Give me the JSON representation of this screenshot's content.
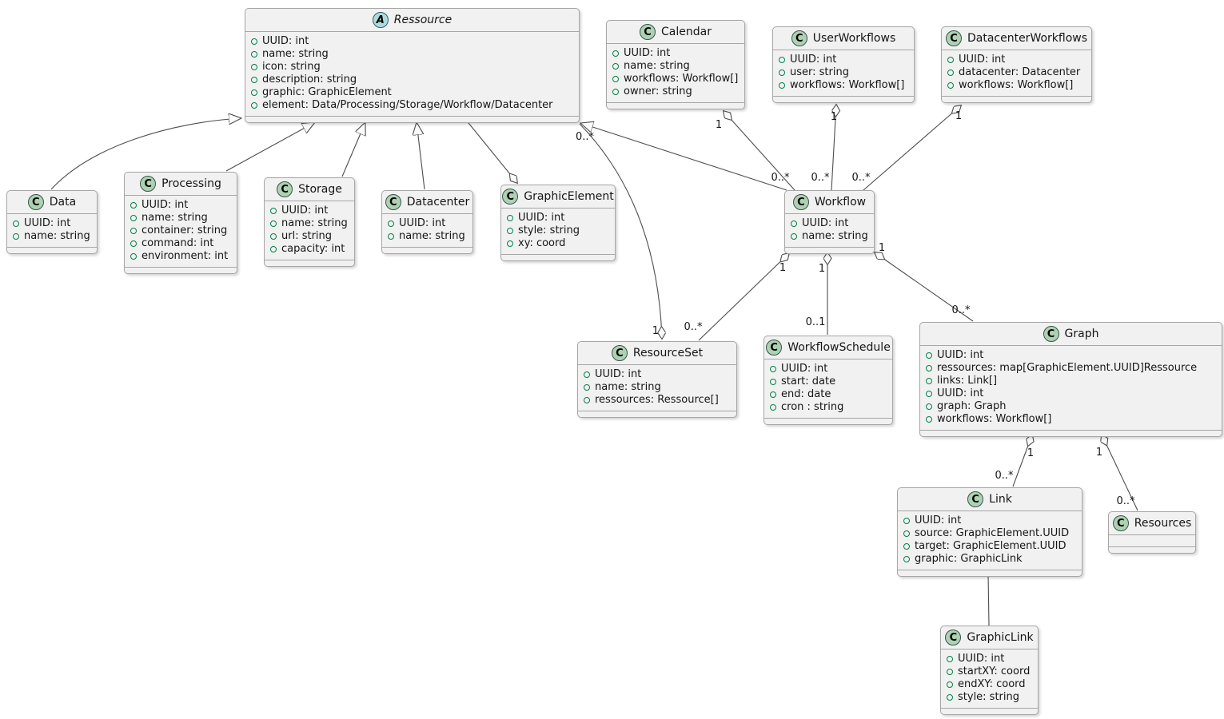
{
  "diagram": {
    "kind": "uml-class-diagram",
    "colors": {
      "class_fill": "#f1f1f1",
      "class_border": "#a6a6a6",
      "class_badge_fill": "#add1b2",
      "abstract_badge_fill": "#a9dcdf",
      "field_bullet": "#038048",
      "line": "#4d4d4d"
    },
    "classes": {
      "ressource": {
        "kind": "abstract",
        "badge": "A",
        "name": "Ressource",
        "attributes": [
          "UUID: int",
          "name: string",
          "icon: string",
          "description: string",
          "graphic: GraphicElement",
          "element: Data/Processing/Storage/Workflow/Datacenter"
        ]
      },
      "calendar": {
        "kind": "class",
        "badge": "C",
        "name": "Calendar",
        "attributes": [
          "UUID: int",
          "name: string",
          "workflows: Workflow[]",
          "owner: string"
        ]
      },
      "userworkflows": {
        "kind": "class",
        "badge": "C",
        "name": "UserWorkflows",
        "attributes": [
          "UUID: int",
          "user: string",
          "workflows: Workflow[]"
        ]
      },
      "datacenterworkflows": {
        "kind": "class",
        "badge": "C",
        "name": "DatacenterWorkflows",
        "attributes": [
          "UUID: int",
          "datacenter: Datacenter",
          "workflows: Workflow[]"
        ]
      },
      "data": {
        "kind": "class",
        "badge": "C",
        "name": "Data",
        "attributes": [
          "UUID: int",
          "name: string"
        ]
      },
      "processing": {
        "kind": "class",
        "badge": "C",
        "name": "Processing",
        "attributes": [
          "UUID: int",
          "name: string",
          "container: string",
          "command: int",
          "environment: int"
        ]
      },
      "storage": {
        "kind": "class",
        "badge": "C",
        "name": "Storage",
        "attributes": [
          "UUID: int",
          "name: string",
          "url: string",
          "capacity: int"
        ]
      },
      "datacenter": {
        "kind": "class",
        "badge": "C",
        "name": "Datacenter",
        "attributes": [
          "UUID: int",
          "name: string"
        ]
      },
      "graphicelement": {
        "kind": "class",
        "badge": "C",
        "name": "GraphicElement",
        "attributes": [
          "UUID: int",
          "style: string",
          "xy: coord"
        ]
      },
      "workflow": {
        "kind": "class",
        "badge": "C",
        "name": "Workflow",
        "attributes": [
          "UUID: int",
          "name: string"
        ]
      },
      "resourceset": {
        "kind": "class",
        "badge": "C",
        "name": "ResourceSet",
        "attributes": [
          "UUID: int",
          "name: string",
          "ressources: Ressource[]"
        ]
      },
      "workflowschedule": {
        "kind": "class",
        "badge": "C",
        "name": "WorkflowSchedule",
        "attributes": [
          "UUID: int",
          "start: date",
          "end: date",
          "cron : string"
        ]
      },
      "graph": {
        "kind": "class",
        "badge": "C",
        "name": "Graph",
        "attributes": [
          "UUID: int",
          "ressources: map[GraphicElement.UUID]Ressource",
          "links: Link[]",
          "UUID: int",
          "graph: Graph",
          "workflows: Workflow[]"
        ]
      },
      "link": {
        "kind": "class",
        "badge": "C",
        "name": "Link",
        "attributes": [
          "UUID: int",
          "source: GraphicElement.UUID",
          "target: GraphicElement.UUID",
          "graphic: GraphicLink"
        ]
      },
      "resources": {
        "kind": "class",
        "badge": "C",
        "name": "Resources",
        "attributes": []
      },
      "graphiclink": {
        "kind": "class",
        "badge": "C",
        "name": "GraphicLink",
        "attributes": [
          "UUID: int",
          "startXY: coord",
          "endXY: coord",
          "style: string"
        ]
      }
    },
    "edges": [
      {
        "type": "generalization",
        "child": "Data",
        "parent": "Ressource"
      },
      {
        "type": "generalization",
        "child": "Processing",
        "parent": "Ressource"
      },
      {
        "type": "generalization",
        "child": "Storage",
        "parent": "Ressource"
      },
      {
        "type": "generalization",
        "child": "Datacenter",
        "parent": "Ressource"
      },
      {
        "type": "generalization",
        "child": "Workflow",
        "parent": "Ressource"
      },
      {
        "type": "aggregation",
        "owner": "GraphicElement",
        "part": "Ressource",
        "owner_mult": "",
        "part_mult": ""
      },
      {
        "type": "aggregation",
        "owner": "ResourceSet",
        "part": "Ressource",
        "owner_mult": "1",
        "part_mult": "0..*"
      },
      {
        "type": "aggregation",
        "owner": "Calendar",
        "part": "Workflow",
        "owner_mult": "1",
        "part_mult": "0..*"
      },
      {
        "type": "aggregation",
        "owner": "UserWorkflows",
        "part": "Workflow",
        "owner_mult": "1",
        "part_mult": "0..*"
      },
      {
        "type": "aggregation",
        "owner": "DatacenterWorkflows",
        "part": "Workflow",
        "owner_mult": "1",
        "part_mult": "0..*"
      },
      {
        "type": "aggregation",
        "owner": "Workflow",
        "part": "ResourceSet",
        "owner_mult": "1",
        "part_mult": "0..*"
      },
      {
        "type": "aggregation",
        "owner": "Workflow",
        "part": "WorkflowSchedule",
        "owner_mult": "1",
        "part_mult": "0..1"
      },
      {
        "type": "aggregation",
        "owner": "Workflow",
        "part": "Graph",
        "owner_mult": "1",
        "part_mult": "0..*"
      },
      {
        "type": "aggregation",
        "owner": "Graph",
        "part": "Link",
        "owner_mult": "1",
        "part_mult": "0..*"
      },
      {
        "type": "aggregation",
        "owner": "Graph",
        "part": "Resources",
        "owner_mult": "1",
        "part_mult": "0..*"
      },
      {
        "type": "association",
        "a": "Link",
        "b": "GraphicLink"
      }
    ]
  }
}
